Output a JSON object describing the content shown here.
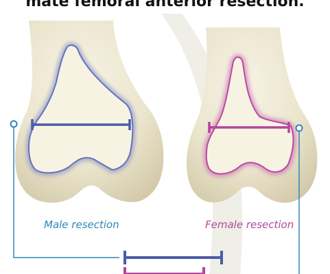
{
  "heading": "mate femoral anterior resection.",
  "labels": {
    "male": "Male resection",
    "female": "Female resection"
  },
  "colors": {
    "male_outline": "#7b86c9",
    "male_measure": "#4a5ba8",
    "female_outline": "#c855b0",
    "female_measure": "#b3449c",
    "connector": "#2f86b8",
    "bone": "#ece6cf",
    "backdrop_arc": "#eeeee6"
  }
}
